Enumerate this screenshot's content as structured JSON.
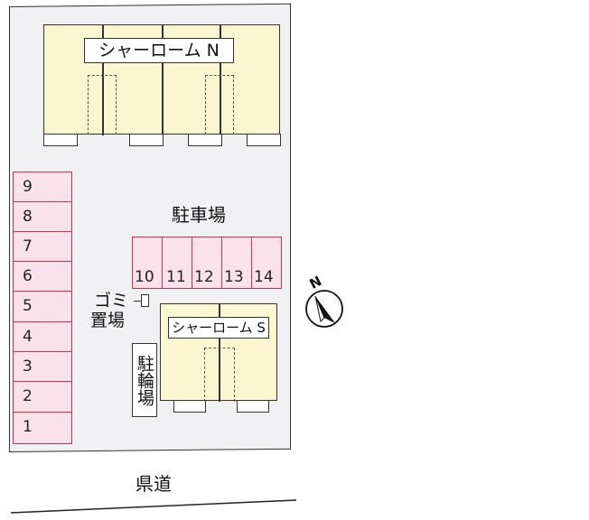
{
  "building_north": {
    "name": "シャーローム N"
  },
  "building_south": {
    "name": "シャーローム S"
  },
  "parking": {
    "label": "駐車場",
    "left_spaces": [
      "9",
      "8",
      "7",
      "6",
      "5",
      "4",
      "3",
      "2",
      "1"
    ],
    "center_spaces": [
      "10",
      "11",
      "12",
      "13",
      "14"
    ]
  },
  "garbage": {
    "line1": "ゴミ",
    "line2": "置場"
  },
  "bicycle": {
    "label": "駐輪場"
  },
  "road": {
    "label": "県道"
  },
  "compass": {
    "north": "N"
  },
  "colors": {
    "building": "#fbf6cf",
    "parking_fill": "#fbe1ea",
    "parking_border": "#c9334f",
    "lot": "#f1f1f3"
  }
}
